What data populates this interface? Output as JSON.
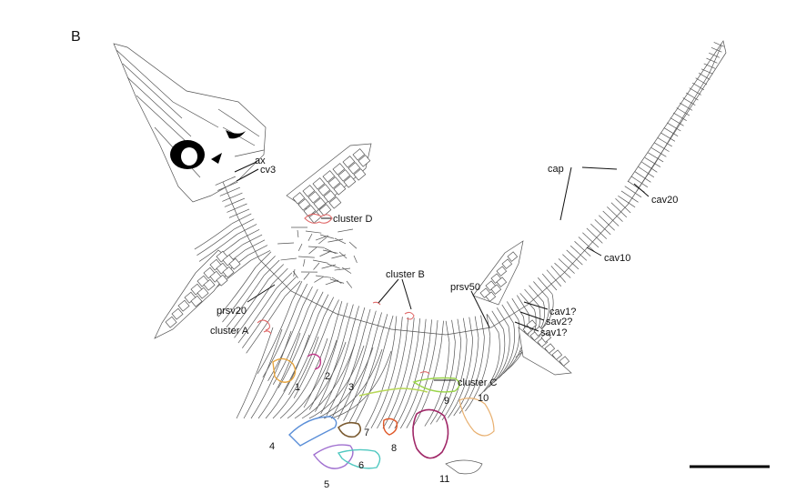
{
  "panel_label": "B",
  "labels": {
    "ax": "ax",
    "cv3": "cv3",
    "cluster_d": "cluster D",
    "cluster_b": "cluster B",
    "cluster_a": "cluster A",
    "cluster_c": "cluster C",
    "prsv20": "prsv20",
    "prsv50": "prsv50",
    "cap": "cap",
    "cav20": "cav20",
    "cav10": "cav10",
    "cav1": "cav1?",
    "sav2": "sav2?",
    "sav1": "sav1?"
  },
  "embryo_numbers": [
    "1",
    "2",
    "3",
    "4",
    "5",
    "6",
    "7",
    "8",
    "9",
    "10",
    "11"
  ],
  "embryo_colors": {
    "1": "#e8a640",
    "2": "#c03a8a",
    "3": "#b8d858",
    "4": "#5b8fd8",
    "5": "#a070d0",
    "6": "#50c8c0",
    "7": "#7a5a30",
    "8": "#e05828",
    "9": "#9ad44a",
    "10": "#e8b070",
    "11": "#a02868"
  },
  "cluster_color": "#e06a6a",
  "scale_bar_color": "#000000"
}
